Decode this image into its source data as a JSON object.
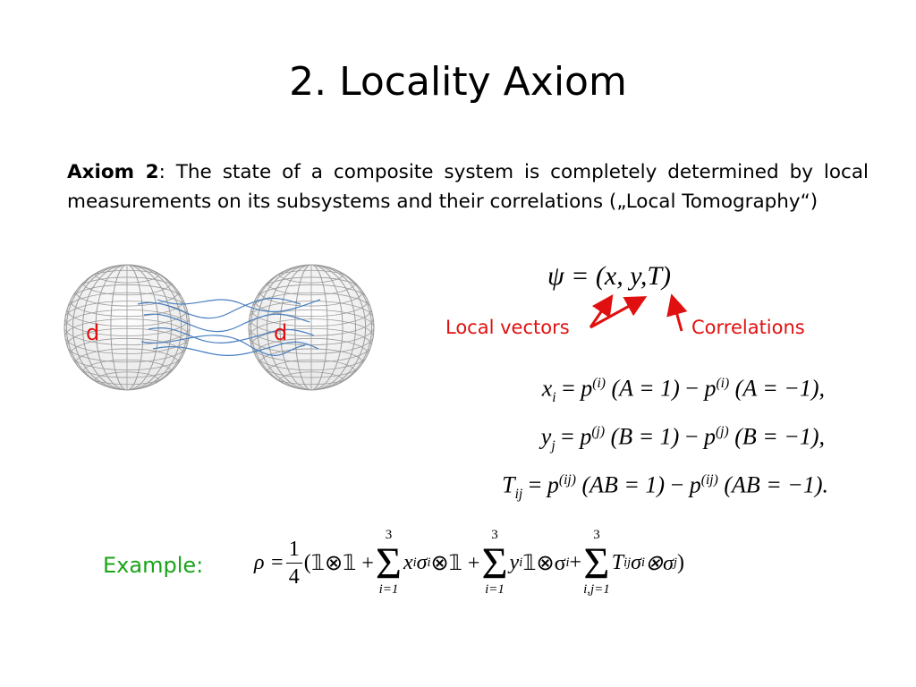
{
  "title": "2. Locality Axiom",
  "axiom": {
    "label": "Axiom 2",
    "text": ": The state of a composite system is completely determined by local measurements on its subsystems and their correlations („Local Tomography“)"
  },
  "figure": {
    "left_label": "d",
    "right_label": "d",
    "colors": {
      "sphere_grid": "#9a9a9a",
      "links": "#4a7fc0",
      "labels": "#e01010"
    }
  },
  "state_eq": {
    "psi": "ψ",
    "rhs": "= (x, y,T)"
  },
  "annotations": {
    "local_vectors": "Local vectors",
    "correlations": "Correlations",
    "color": "#e01010"
  },
  "definitions": [
    {
      "lhs": "x",
      "lhs_sub": "i",
      "op": "=",
      "p": "p",
      "sup1": "(i)",
      "arg1": "(A = 1)",
      "minus": "−",
      "sup2": "(i)",
      "arg2": "(A = −1),",
      "sub_is_italic": true
    },
    {
      "lhs": "y",
      "lhs_sub": "j",
      "op": "=",
      "p": "p",
      "sup1": "(j)",
      "arg1": "(B = 1)",
      "minus": "−",
      "sup2": "(j)",
      "arg2": "(B = −1),",
      "sub_is_italic": true
    },
    {
      "lhs": "T",
      "lhs_sub": "ij",
      "op": "=",
      "p": "p",
      "sup1": "(ij)",
      "arg1": "(AB = 1)",
      "minus": "−",
      "sup2": "(ij)",
      "arg2": "(AB = −1).",
      "sub_is_italic": true
    }
  ],
  "example": {
    "label": "Example:",
    "label_color": "#1aa41a",
    "rho": "ρ =",
    "frac_num": "1",
    "frac_den": "4",
    "open": "(",
    "term1": "𝟙⊗𝟙 +",
    "sum1_top": "3",
    "sum1_bottom": "i=1",
    "term2": "x",
    "term2_tail": "σ",
    "term2_end": "⊗𝟙 +",
    "sum2_top": "3",
    "sum2_bottom": "i=1",
    "term3": "y",
    "term3_tail": "𝟙⊗σ",
    "term3_end": "+",
    "sum3_top": "3",
    "sum3_bottom": "i,j=1",
    "term4": "T",
    "term4_tail": "σ",
    "term4_mid": "⊗σ",
    "close": ")",
    "sub_i": "i",
    "sub_j": "j",
    "sub_ij": "ij",
    "sigma_symbol": "Σ"
  }
}
